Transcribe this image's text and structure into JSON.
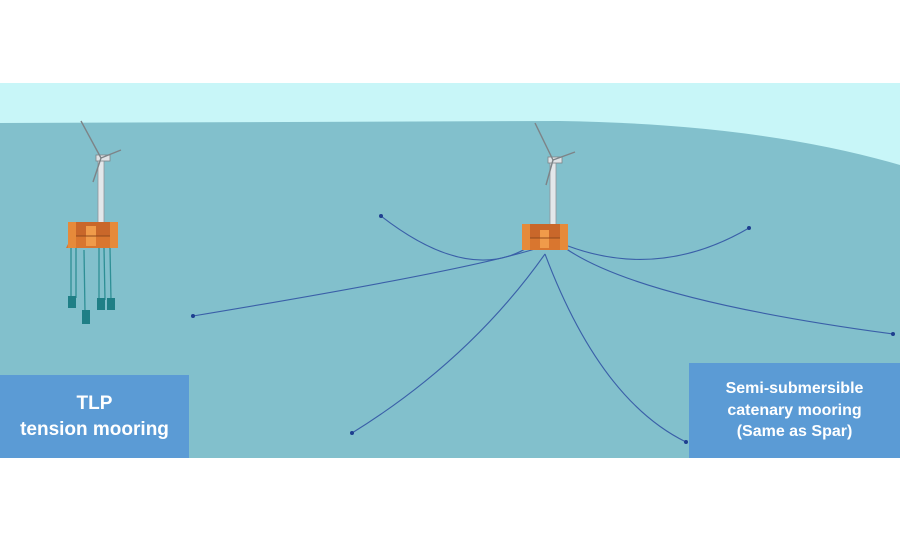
{
  "colors": {
    "sky": "#c8f6f8",
    "sea": "#82c0cc",
    "label_bg": "#5b9bd5",
    "label_text": "#ffffff",
    "mooring_line": "#3a5fa8",
    "platform": "#e07f2e",
    "tlp_tendon": "#2e8f95"
  },
  "labels": {
    "tlp": {
      "line1": "TLP",
      "line2": "tension mooring"
    },
    "semi": {
      "line1": "Semi-submersible",
      "line2": "catenary mooring",
      "line3": "(Same as Spar)"
    }
  }
}
